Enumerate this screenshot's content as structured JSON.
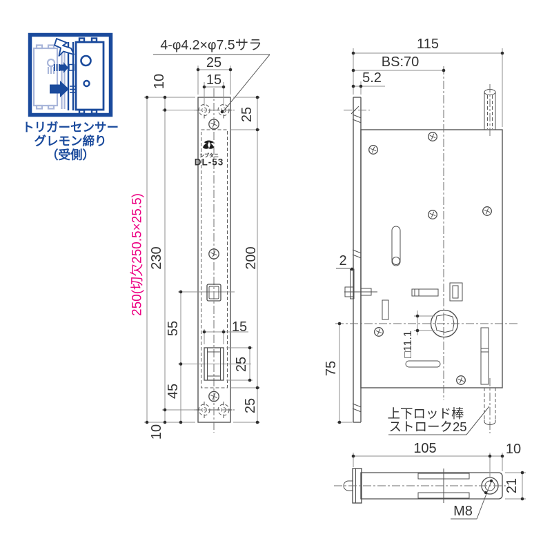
{
  "icon_panel": {
    "caption_lines": [
      "トリガーセンサー",
      "グレモン締り",
      "（受側）"
    ],
    "colors": {
      "primary": "#1a4a9c",
      "light": "#a9b6da"
    }
  },
  "front_view": {
    "hole_note": "4-φ4.2×φ7.5サラ",
    "brand_logo": "シブタニ",
    "model": "DL-53",
    "dims": {
      "plate_width": "25",
      "hole_pitch_top": "15",
      "top_edge_offset": "10",
      "overall_with_cutout": "250(切欠250.5×25.5)",
      "hole_span": "230",
      "bottom_edge_offset": "10",
      "square_to_latch": "55",
      "latch_to_bottom": "45",
      "top_to_cutout": "25",
      "cutout_length": "200",
      "latch_width": "15",
      "latch_height": "25",
      "cutout_to_bottom": "25"
    }
  },
  "side_view": {
    "dims": {
      "case_width": "115",
      "backset": "BS:70",
      "faceplate_offset": "5.2",
      "sensor_protrusion": "2",
      "spindle_square": "□11.1",
      "center_height": "75"
    },
    "rod_note_line1": "上下ロッド棒",
    "rod_note_line2": "ストローク25"
  },
  "bottom_view": {
    "dims": {
      "case_length": "105",
      "rod_to_edge": "10",
      "case_height": "21"
    },
    "thread_label": "M8"
  },
  "colors": {
    "line": "#4f4f4f",
    "dim_line": "#8c8c8c",
    "text": "#333333",
    "accent_pink": "#ec0082",
    "icon_blue": "#1a4a9c",
    "icon_light_blue": "#a9b6da"
  }
}
